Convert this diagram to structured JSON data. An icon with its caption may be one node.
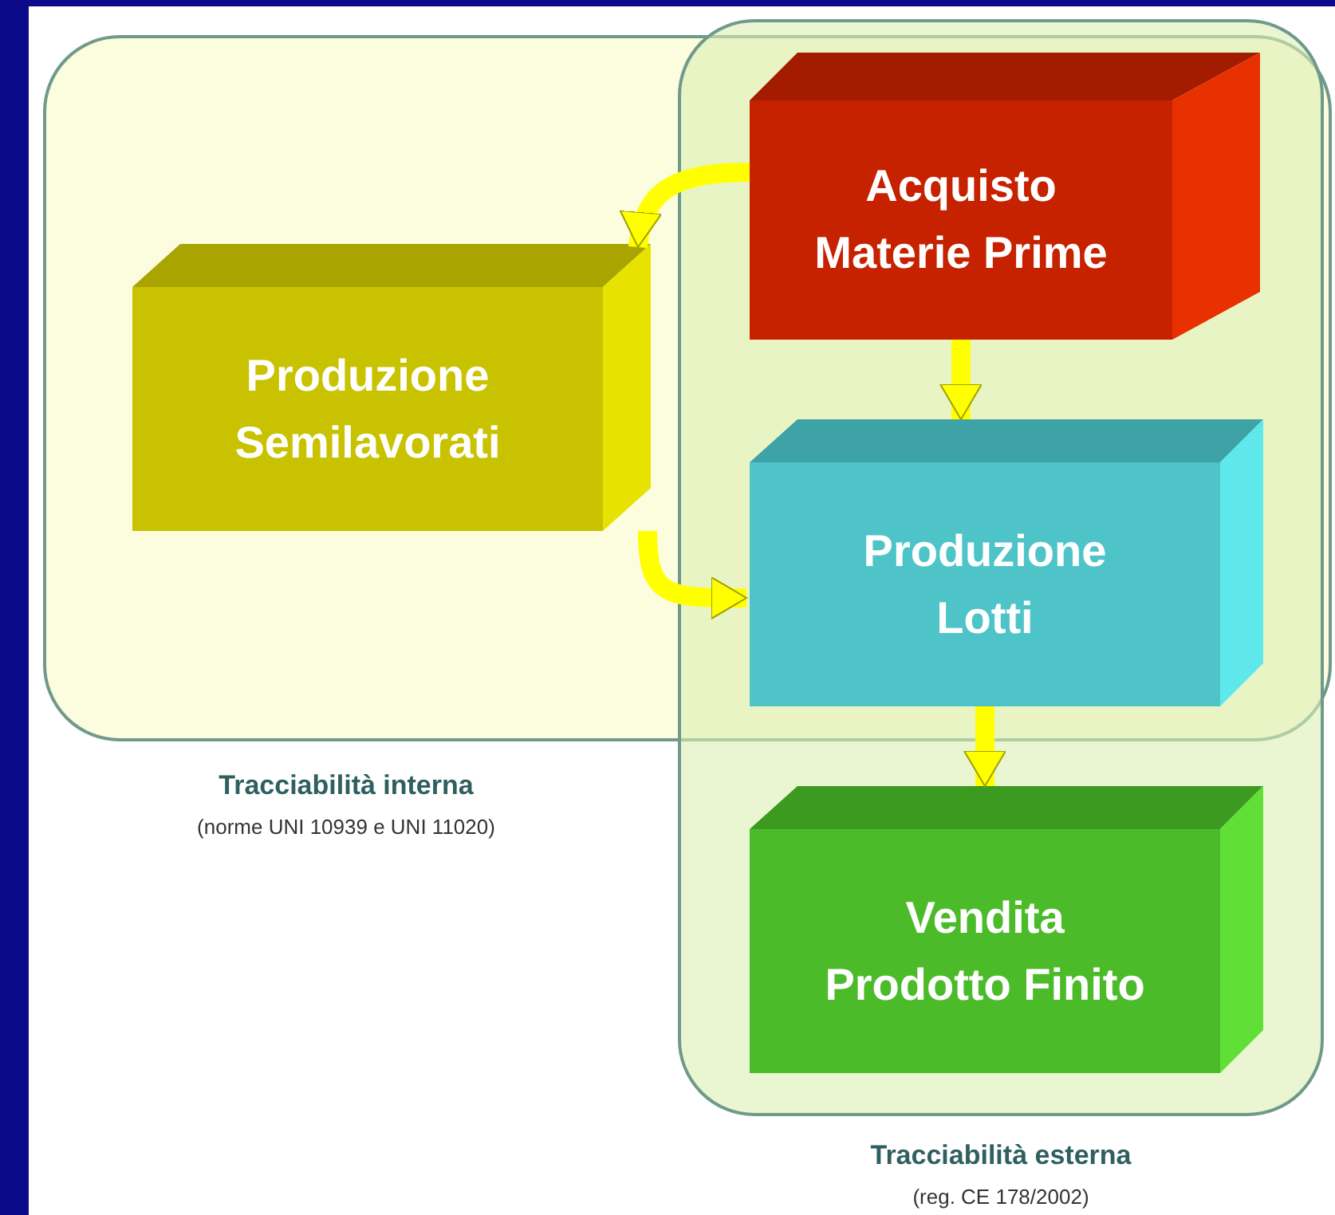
{
  "diagram": {
    "nodes": [
      {
        "text": [
          "Tracciabilità interna",
          "(norme UNI 10939 e UNI 11020)"
        ]
      },
      {
        "text": [
          "Tracciabilità esterna",
          "(reg. CE 178/2002)"
        ]
      },
      {
        "text": [
          "Acquisto Materie Prime"
        ]
      },
      {
        "text": [
          "Produzione Semilavorati"
        ],
        "in": 0
      },
      {
        "text": [
          "Produzione Lotti"
        ]
      },
      {
        "text": [
          "Vendita Prodotto Finito"
        ],
        "in": 1
      }
    ],
    "edges": [
      {
        "from": 2,
        "to": 3,
        "arrow": "to"
      },
      {
        "from": 3,
        "to": 4,
        "arrow": "to"
      },
      {
        "from": 2,
        "to": 4,
        "arrow": "to"
      },
      {
        "from": 4,
        "to": 5,
        "arrow": "to"
      }
    ]
  }
}
